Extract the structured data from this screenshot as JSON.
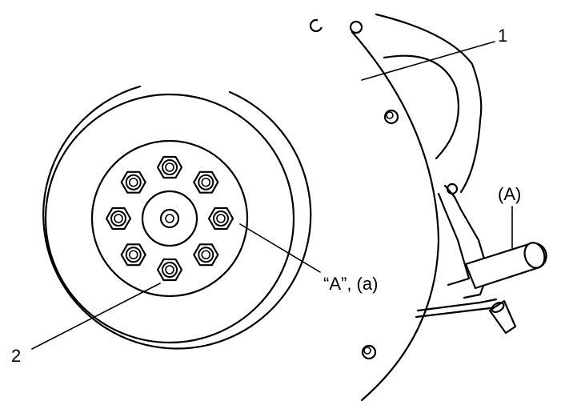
{
  "callouts": {
    "part_1": "1",
    "part_2": "2",
    "tool_a": "(A)",
    "bolt_a": "“A”, (a)"
  }
}
